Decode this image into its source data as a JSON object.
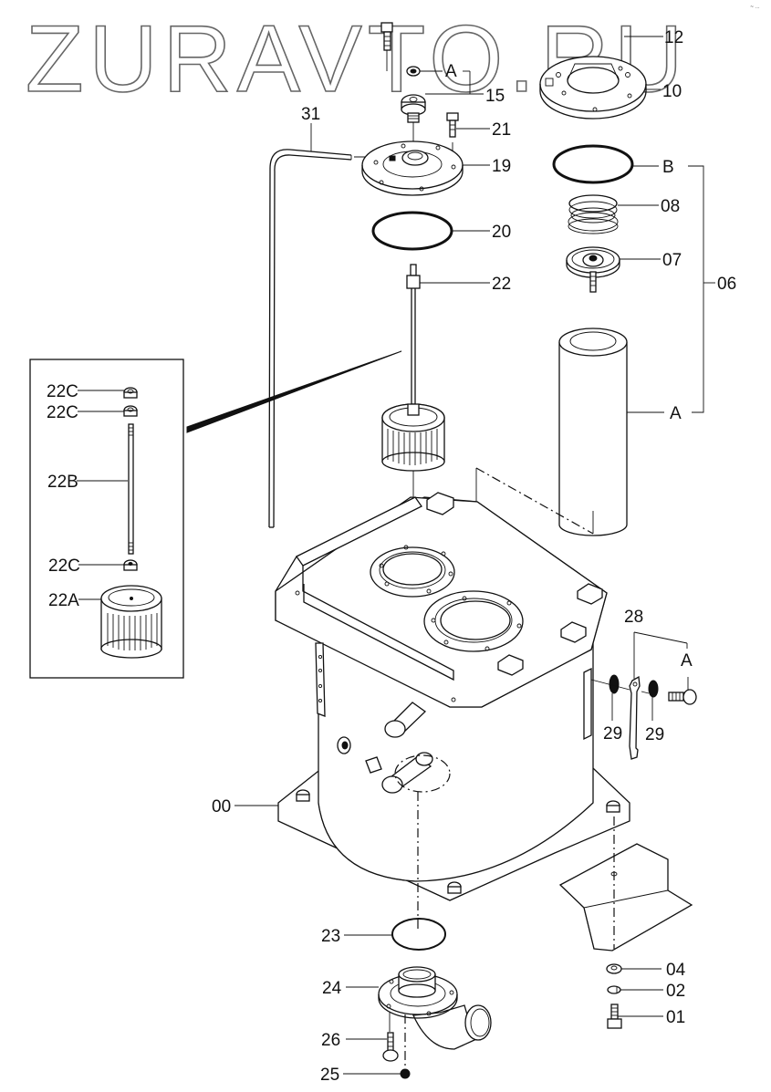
{
  "watermark": "ZURAVTO.RU",
  "corner_mark": "~ ...",
  "diagram": {
    "title": "Hydraulic tank assembly — exploded parts view",
    "callouts": {
      "p12": "12",
      "p10": "10",
      "p15": "15",
      "p15_a": "A",
      "p31": "31",
      "p21": "21",
      "p19": "19",
      "p20": "20",
      "p22": "22",
      "pB": "B",
      "p08": "08",
      "p07": "07",
      "p06": "06",
      "p06_a": "A",
      "p28": "28",
      "p28_a": "A",
      "p29_left": "29",
      "p29_right": "29",
      "p00": "00",
      "p23": "23",
      "p24": "24",
      "p26": "26",
      "p25": "25",
      "p04": "04",
      "p02": "02",
      "p01": "01"
    },
    "inset": {
      "c1": "22C",
      "c2": "22C",
      "b": "22B",
      "c3": "22C",
      "a": "22A"
    }
  }
}
